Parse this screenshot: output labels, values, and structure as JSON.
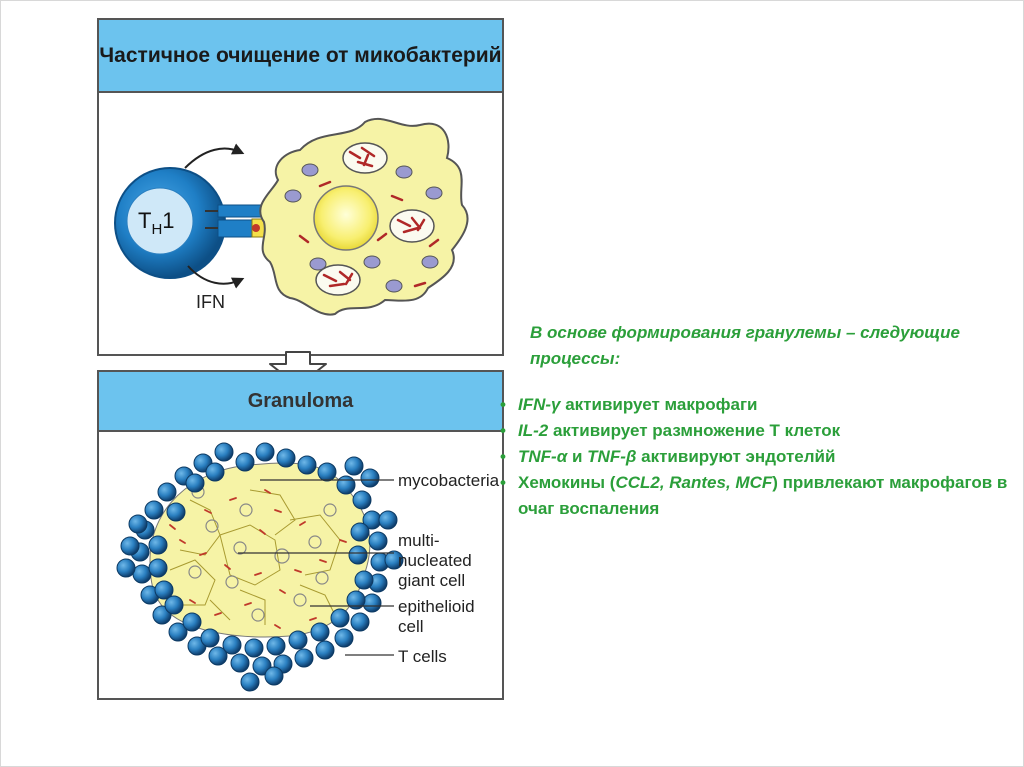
{
  "diagram": {
    "top_panel": {
      "title": "Частичное очищение от микобактерий",
      "th1_label": "T",
      "th1_subscript": "H",
      "th1_suffix": "1",
      "ifn_label": "IFN"
    },
    "bottom_panel": {
      "title": "Granuloma",
      "labels": {
        "mycobacteria": "mycobacteria",
        "giant_cell_line1": "multi-",
        "giant_cell_line2": "nucleated",
        "giant_cell_line3": "giant cell",
        "epithelioid_line1": "epithelioid",
        "epithelioid_line2": "cell",
        "t_cells": "T cells"
      }
    }
  },
  "text": {
    "intro": "В основе формирования гранулемы – следующие процессы:",
    "bullets": [
      {
        "italic": "IFN-γ",
        "rest": " активирует макрофаги"
      },
      {
        "italic": "IL-2",
        "rest": " активирует размножение Т клеток"
      },
      {
        "italic": "TNF-α",
        "mid": " и ",
        "italic2": "TNF-β",
        "rest": " активируют эндотелйй"
      },
      {
        "plain": "Хемокины (",
        "italic": "CCL2, Rantes, MCF",
        "rest": ") привлекают макрофагов в очаг воспаления"
      }
    ]
  },
  "colors": {
    "header_blue": "#6cc3ee",
    "text_green": "#2b9f3a",
    "t_cell_blue": "#1f7fc6",
    "macrophage_yellow": "#f6f3a6"
  }
}
